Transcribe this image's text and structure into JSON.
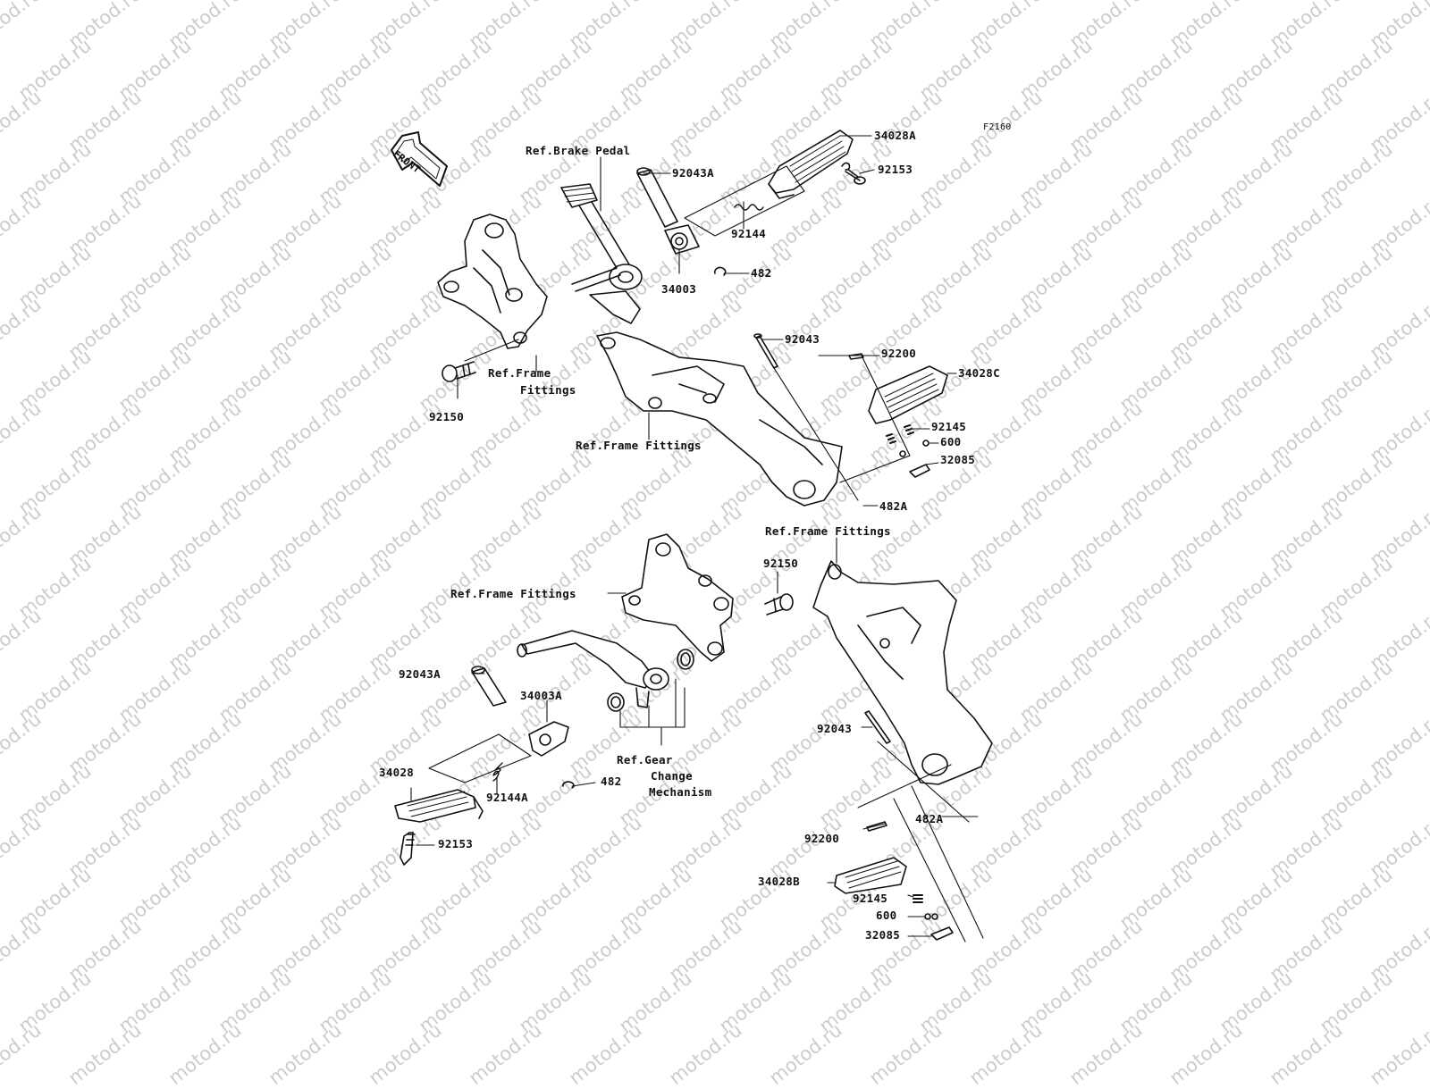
{
  "watermark": {
    "text": "motod.ru"
  },
  "figure_code": "F2160",
  "front_arrow": {
    "label": "FRONT"
  },
  "parts": {
    "p34028A": "34028A",
    "p92153_top": "92153",
    "p92043A_top": "92043A",
    "p92144": "92144",
    "p482_top": "482",
    "p34003": "34003",
    "p92150_left": "92150",
    "p92043_top": "92043",
    "p92200_top": "92200",
    "p34028C": "34028C",
    "p92145_top": "92145",
    "p600_top": "600",
    "p32085_top": "32085",
    "p482A_top": "482A",
    "p92150_mid": "92150",
    "p92043A_bot": "92043A",
    "p34003A": "34003A",
    "p34028": "34028",
    "p92144A": "92144A",
    "p482_bot": "482",
    "p92153_bot": "92153",
    "p92043_bot": "92043",
    "p482A_bot": "482A",
    "p92200_bot": "92200",
    "p34028B": "34028B",
    "p92145_bot": "92145",
    "p600_bot": "600",
    "p32085_bot": "32085"
  },
  "references": {
    "brake_pedal": "Ref.Brake Pedal",
    "frame_fittings_1a": "Ref.Frame",
    "frame_fittings_1b": "Fittings",
    "frame_fittings_2": "Ref.Frame Fittings",
    "frame_fittings_3": "Ref.Frame Fittings",
    "frame_fittings_4": "Ref.Frame Fittings",
    "gear_change_a": "Ref.Gear",
    "gear_change_b": "Change",
    "gear_change_c": "Mechanism"
  }
}
